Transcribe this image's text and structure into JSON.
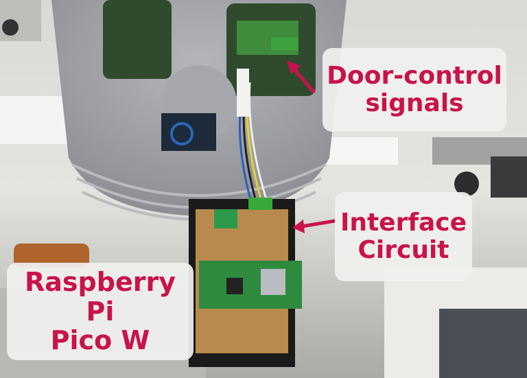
{
  "annotations": {
    "door_control": {
      "line1": "Door-control",
      "line2": "signals"
    },
    "interface": {
      "line1": "Interface",
      "line2": "Circuit"
    },
    "pico": {
      "line1": "Raspberry Pi",
      "line2": "Pico W"
    }
  },
  "colors": {
    "label_text": "#c8134c",
    "arrow": "#c8134c",
    "housing": "#9c9ea3",
    "pcb": "#2f7a3a",
    "protoboard": "#1a1a1a"
  }
}
